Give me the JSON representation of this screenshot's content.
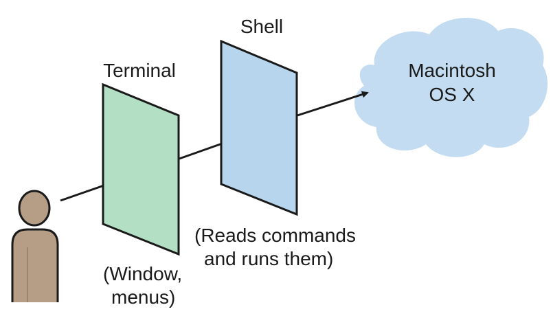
{
  "colors": {
    "terminal_fill": "#b3dfc4",
    "shell_fill": "#b7d5ec",
    "cloud_fill": "#c3dcf1",
    "person_fill": "#b59d86",
    "stroke": "#1a1a1a"
  },
  "labels": {
    "terminal_title": "Terminal",
    "terminal_desc_line1": "(Window,",
    "terminal_desc_line2": "menus)",
    "shell_title": "Shell",
    "shell_desc_line1": "(Reads commands",
    "shell_desc_line2": "and runs them)",
    "os_line1": "Macintosh",
    "os_line2": "OS X"
  }
}
